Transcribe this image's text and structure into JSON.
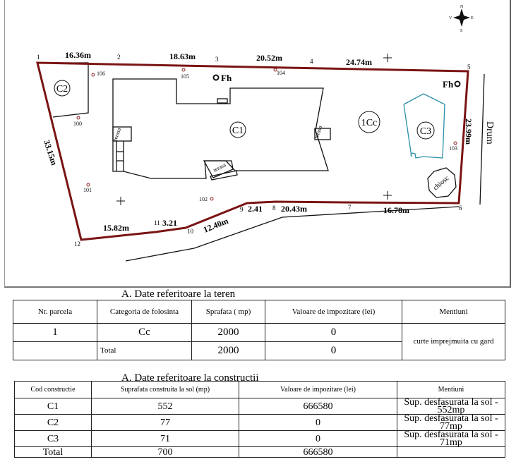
{
  "plan": {
    "points": [
      "1",
      "2",
      "3",
      "4",
      "5",
      "6",
      "7",
      "8",
      "9",
      "10",
      "11",
      "12"
    ],
    "distances": [
      "16.36m",
      "18.63m",
      "20.52m",
      "24.74m",
      "23.99m",
      "16.78m",
      "20.43m",
      "2.41",
      "12.40m",
      "3.21",
      "15.82m",
      "33.15m"
    ],
    "stations": [
      "100",
      "101",
      "102",
      "103",
      "104",
      "105",
      "106"
    ],
    "labels": {
      "c1": "C1",
      "c2": "C2",
      "c3": "C3",
      "cc": "1Cc",
      "fh": "Fh",
      "terasa": "terasa",
      "chiosc": "chiosc",
      "drum": "Drum"
    },
    "compass": {
      "n": "N",
      "s": "S",
      "e": "E",
      "v": "V"
    }
  },
  "teren": {
    "title": "A. Date referitoare la teren",
    "headers": [
      "Nr. parcela",
      "Categoria de folosinta",
      "Sprafata ( mp)",
      "Valoare de impozitare (lei)",
      "Mentiuni"
    ],
    "row": [
      "1",
      "Cc",
      "2000",
      "0"
    ],
    "mentiuni": "curte imprejmuita cu gard",
    "total": [
      "Total",
      "2000",
      "0"
    ]
  },
  "constructii": {
    "title": "A. Date referitoare la constructii",
    "headers": [
      "Cod constructie",
      "Suprafata construita la sol (mp)",
      "Valoare de impozitare (lei)",
      "Mentiuni"
    ],
    "rows": [
      [
        "C1",
        "552",
        "666580",
        "Sup. desfasurata la sol - 552mp"
      ],
      [
        "C2",
        "77",
        "0",
        "Sup. desfasurata la sol - 77mp"
      ],
      [
        "C3",
        "71",
        "0",
        "Sup. desfasurata la sol - 71mp"
      ]
    ],
    "total": [
      "Total",
      "700",
      "666580"
    ]
  }
}
